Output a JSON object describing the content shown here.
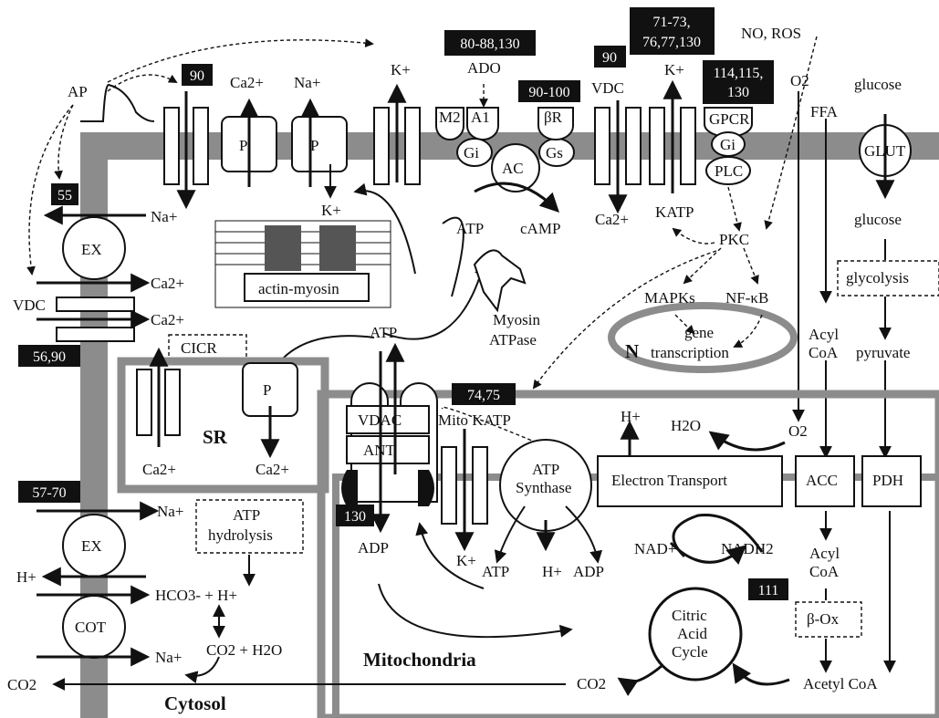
{
  "refs": {
    "r90a": "90",
    "r55": "55",
    "r5690": "56,90",
    "r5770": "57-70",
    "r130a": "130",
    "r8088": "80-88,130",
    "r90100": "90-100",
    "r90b": "90",
    "r7173_1": "71-73,",
    "r7173_2": "76,77,130",
    "r114_1": "114,115,",
    "r114_2": "130",
    "r7475": "74,75",
    "r111": "111"
  },
  "labels": {
    "ap": "AP",
    "ca_top": "Ca2+",
    "na_top": "Na+",
    "k_top1": "K+",
    "ado": "ADO",
    "m2": "M2",
    "a1": "A1",
    "gi": "Gi",
    "ac": "AC",
    "gs": "Gs",
    "br": "βR",
    "atp1": "ATP",
    "camp": "cAMP",
    "vdc_top": "VDC",
    "ca_vdc": "Ca2+",
    "k_top2": "K+",
    "katp": "KATP",
    "no_ros": "NO, ROS",
    "o2_top": "O2",
    "ffa": "FFA",
    "glucose_top": "glucose",
    "glut": "GLUT",
    "gpcr": "GPCR",
    "gi2": "Gi",
    "plc": "PLC",
    "pkc": "PKC",
    "mapks": "MAPKs",
    "nfkb": "NF-κB",
    "n": "N",
    "gene": "gene",
    "transcription": "transcription",
    "glucose_mid": "glucose",
    "glycolysis": "glycolysis",
    "acyl1": "Acyl",
    "coa1": "CoA",
    "pyruvate": "pyruvate",
    "na_ex": "Na+",
    "ex1": "EX",
    "ca_ex": "Ca2+",
    "vdc_left": "VDC",
    "ca_vdcl": "Ca2+",
    "cicr": "CICR",
    "k_p": "K+",
    "actin": "actin-myosin",
    "myosin1": "Myosin",
    "myosin2": "ATPase",
    "atp_c": "ATP",
    "sr": "SR",
    "p": "P",
    "ca_sr1": "Ca2+",
    "ca_sr2": "Ca2+",
    "vdac": "VDAC",
    "ant": "ANT",
    "mito_k": "Mito KATP",
    "atp_syn1": "ATP",
    "atp_syn2": "Synthase",
    "h_up": "H+",
    "h2o": "H2O",
    "o2_mito": "O2",
    "et": "Electron Transport",
    "acc": "ACC",
    "pdh": "PDH",
    "na_ex2": "Na+",
    "atp_h1": "ATP",
    "atp_h2": "hydrolysis",
    "ex2": "EX",
    "h_left": "H+",
    "hco3": "HCO3- + H+",
    "cot": "COT",
    "na_cot": "Na+",
    "co2_h2o": "CO2 + H2O",
    "co2_left": "CO2",
    "cytosol": "Cytosol",
    "adp_l": "ADP",
    "k_mito": "K+",
    "atp_m": "ATP",
    "h_m": "H+",
    "adp_m": "ADP",
    "nad": "NAD+",
    "nadh": "NADH2",
    "citric1": "Citric",
    "citric2": "Acid",
    "citric3": "Cycle",
    "acyl2": "Acyl",
    "coa2": "CoA",
    "box_ox": "β-Ox",
    "mitochondria": "Mitochondria",
    "co2_m": "CO2",
    "acetyl": "Acetyl CoA"
  }
}
